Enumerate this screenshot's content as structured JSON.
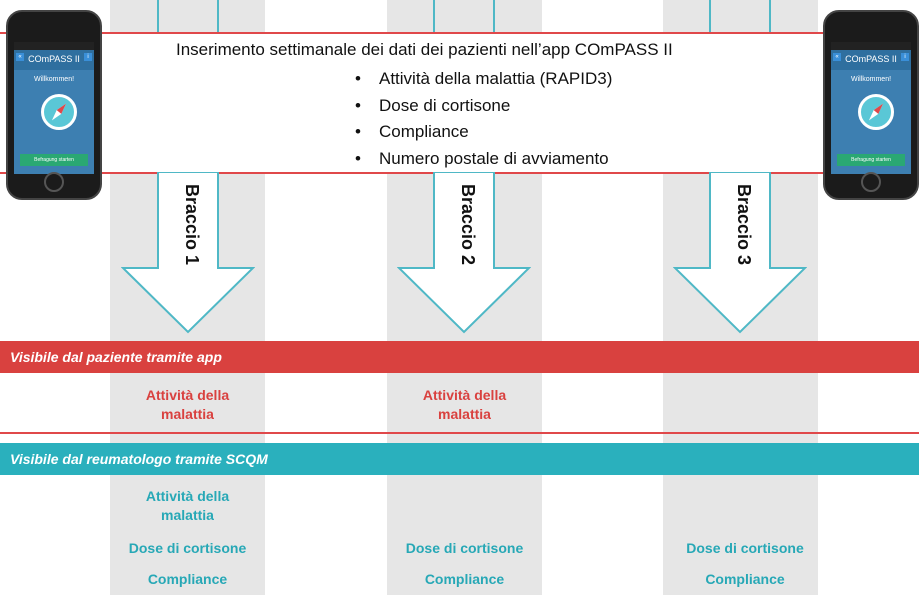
{
  "header": {
    "title": "Inserimento settimanale dei dati dei pazienti nell’app COmPASS II",
    "bullets": [
      "Attività della malattia (RAPID3)",
      "Dose di cortisone",
      "Compliance",
      "Numero postale di avviamento"
    ],
    "bullet_symbol": "•"
  },
  "phone": {
    "app_title": "COmPASS II",
    "welcome": "Willkommen!",
    "start_button": "Befragung starten"
  },
  "arms": [
    "Braccio 1",
    "Braccio 2",
    "Braccio 3"
  ],
  "patient_band": {
    "label": "Visibile dal paziente tramite app",
    "color": "#d9413f",
    "arm1_line1": "Attività della",
    "arm1_line2": "malattia",
    "arm2_line1": "Attività della",
    "arm2_line2": "malattia"
  },
  "rheum_band": {
    "label": "Visibile dal reumatologo tramite SCQM",
    "color": "#2ab0bd",
    "arm1_line1": "Attività della",
    "arm1_line2": "malattia",
    "dose": "Dose di cortisone",
    "compliance": "Compliance"
  },
  "colors": {
    "red_text": "#d9413f",
    "teal_text": "#27a8b6",
    "arrow_outline": "#4fb8c6",
    "column_bg": "#e6e6e6",
    "divider": "#e0484a"
  }
}
